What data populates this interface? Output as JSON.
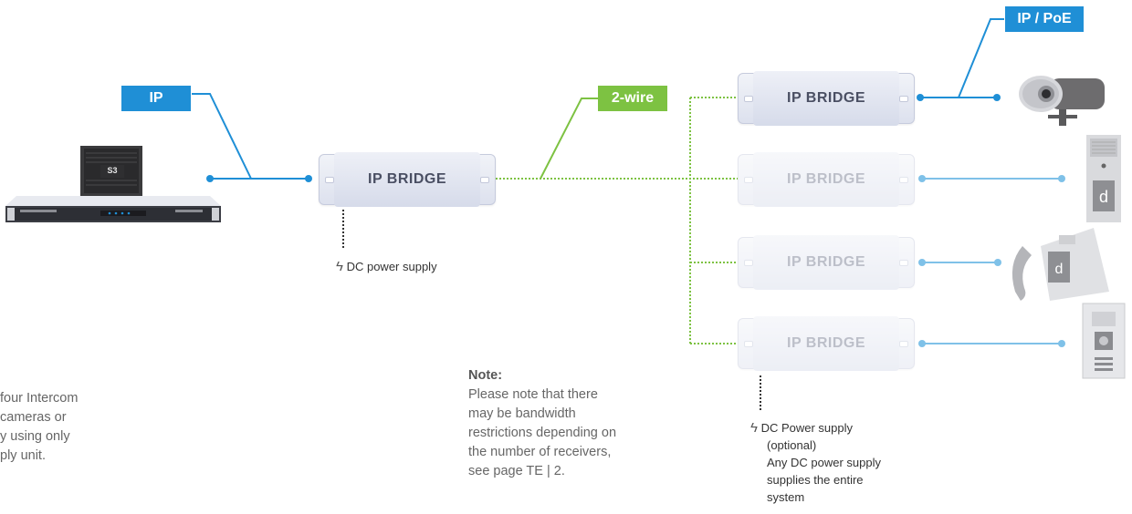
{
  "tags": {
    "ip_left": "IP",
    "two_wire": "2-wire",
    "ip_poe": "IP / PoE"
  },
  "bridges": {
    "main": "IP BRIDGE",
    "r1": "IP BRIDGE",
    "r2": "IP BRIDGE",
    "r3": "IP BRIDGE",
    "r4": "IP BRIDGE"
  },
  "server": {
    "panel_text": "S3"
  },
  "labels": {
    "dc_power": "DC power supply",
    "dc_optional_1": "DC Power supply",
    "dc_optional_2": "(optional)",
    "dc_optional_3": "Any DC power supply",
    "dc_optional_4": "supplies the entire",
    "dc_optional_5": "system"
  },
  "left_text": {
    "line1": "four Intercom",
    "line2": "cameras or",
    "line3": "y using only",
    "line4": "ply unit."
  },
  "note": {
    "title": "Note:",
    "line1": "Please note that there",
    "line2": "may be bandwidth",
    "line3": "restrictions depending on",
    "line4": "the number of receivers,",
    "line5": "see page TE | 2."
  },
  "colors": {
    "ip_blue": "#1f8fd6",
    "light_blue": "#7fc1e8",
    "wire_green": "#7dc242"
  }
}
